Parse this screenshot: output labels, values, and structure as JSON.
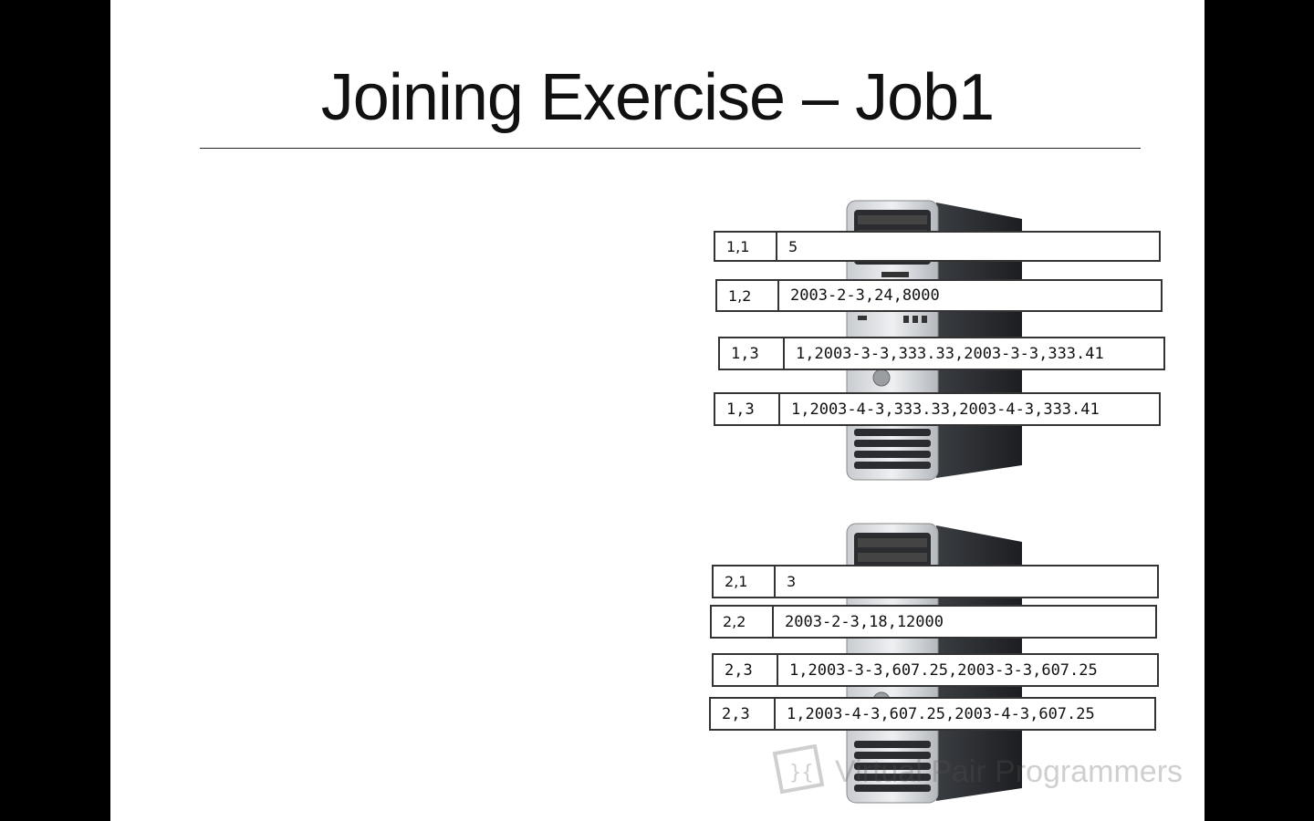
{
  "slide": {
    "title": "Joining Exercise – Job1"
  },
  "machines": [
    {
      "rows": [
        {
          "key": "1,1",
          "value": "5"
        },
        {
          "key": "1,2",
          "value": "2003-2-3,24,8000"
        },
        {
          "key": "1,3",
          "value": "1,2003-3-3,333.33,2003-3-3,333.41"
        },
        {
          "key": "1,3",
          "value": "1,2003-4-3,333.33,2003-4-3,333.41"
        }
      ]
    },
    {
      "rows": [
        {
          "key": "2,1",
          "value": "3"
        },
        {
          "key": "2,2",
          "value": "2003-2-3,18,12000"
        },
        {
          "key": "2,3",
          "value": "1,2003-3-3,607.25,2003-3-3,607.25"
        },
        {
          "key": "2,3",
          "value": "1,2003-4-3,607.25,2003-4-3,607.25"
        }
      ]
    }
  ],
  "watermark": {
    "text": "Virtual Pair Programmers",
    "icon": "vpp-logo-icon"
  }
}
